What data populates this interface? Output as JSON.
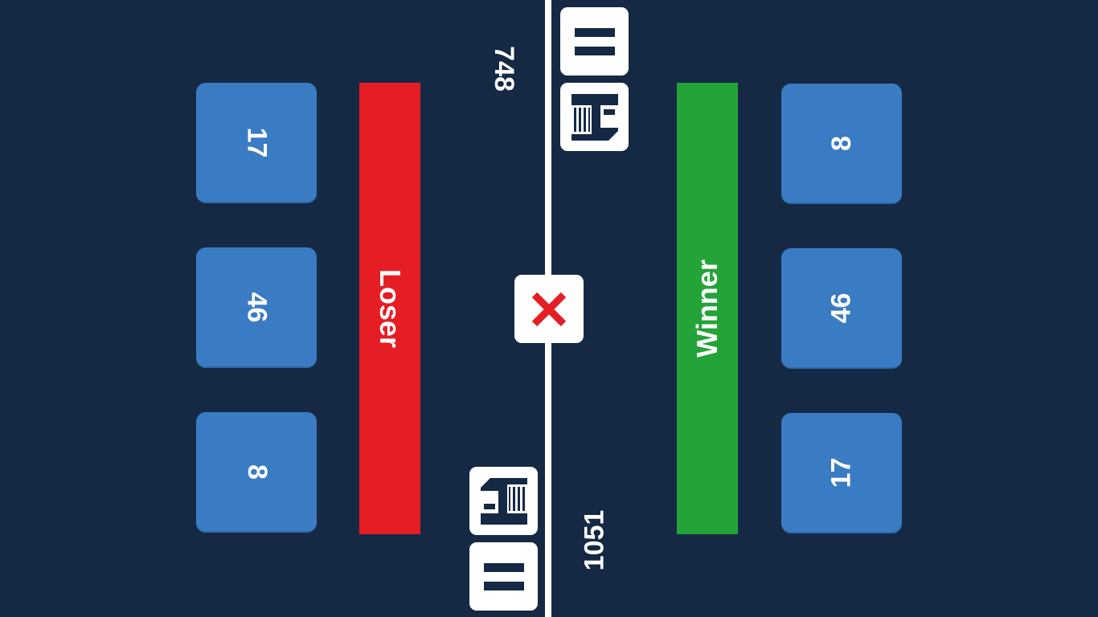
{
  "colors": {
    "background": "#152945",
    "tile": "#3a7cc3",
    "loser": "#e41e24",
    "winner": "#24a339",
    "icon_dark": "#152945",
    "close_red": "#e41e24"
  },
  "left_player": {
    "score": "748",
    "status": "Loser",
    "tiles": [
      "17",
      "46",
      "8"
    ]
  },
  "right_player": {
    "score": "1051",
    "status": "Winner",
    "tiles": [
      "8",
      "46",
      "17"
    ]
  },
  "icons": {
    "menu": "menu-icon",
    "save": "save-icon",
    "close": "close-icon"
  }
}
